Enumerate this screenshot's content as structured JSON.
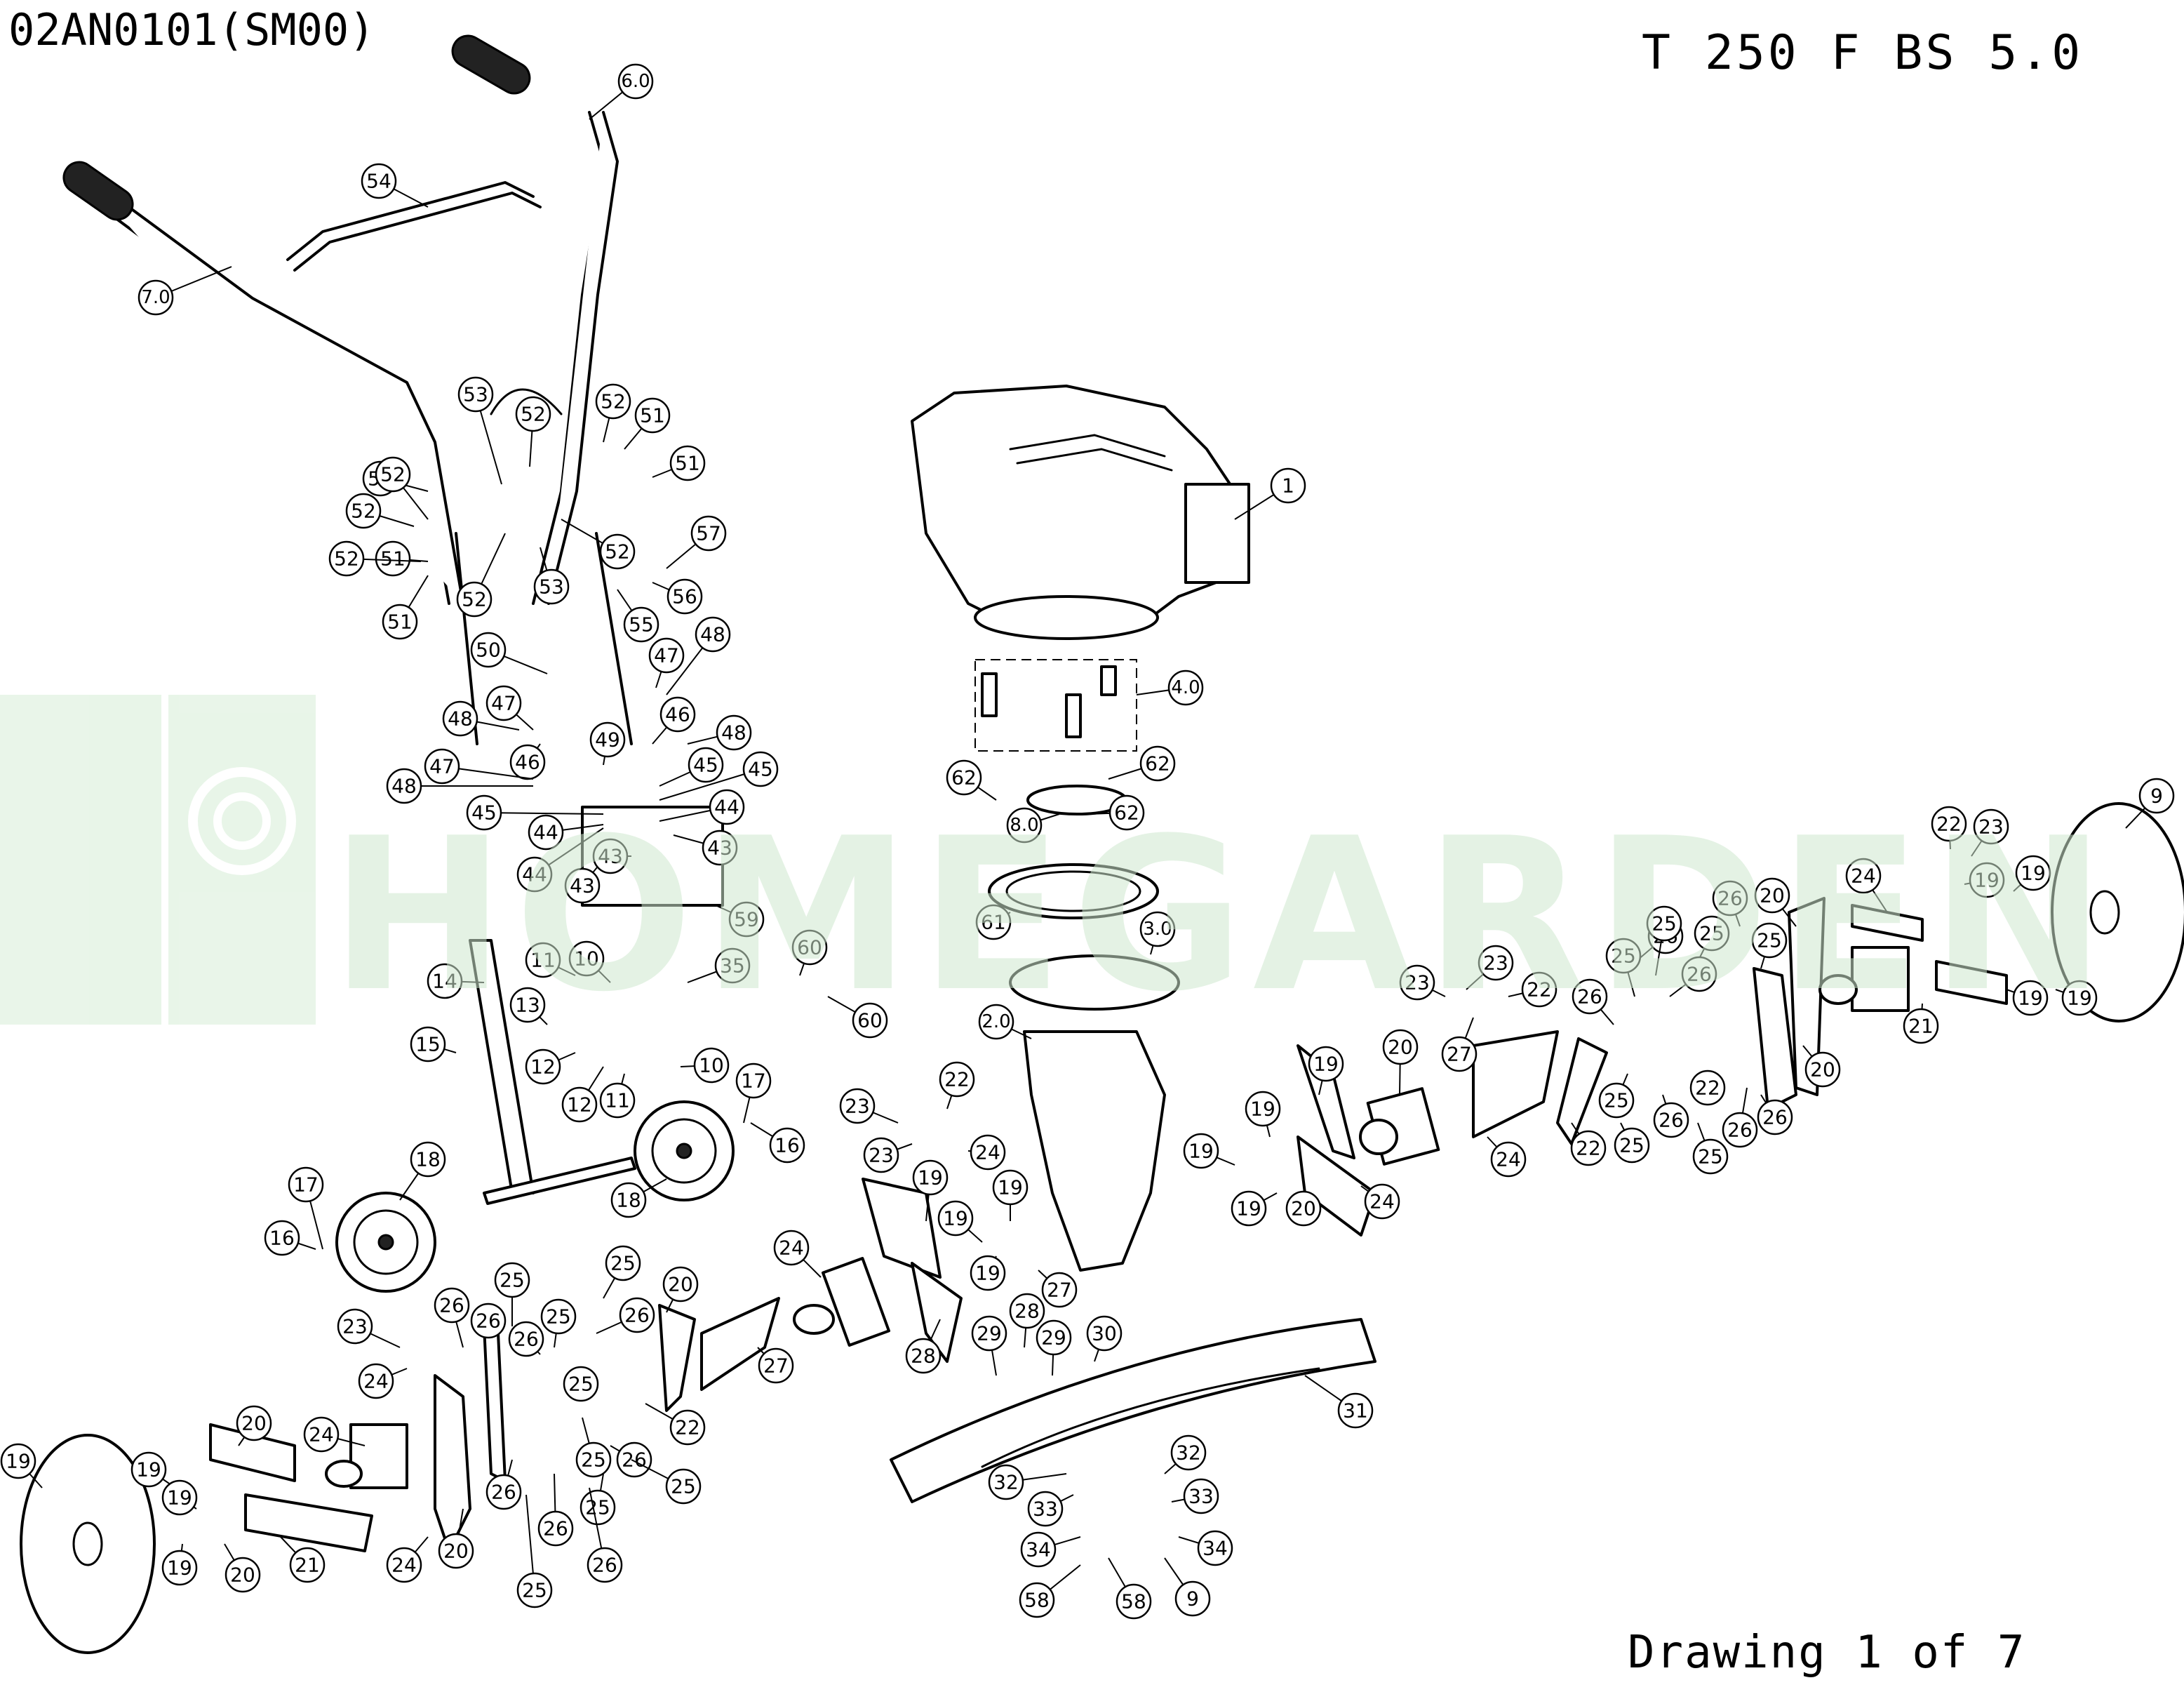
{
  "header": {
    "drawing_code": "02AN0101(SM00)",
    "model": "T 250 F BS 5.0",
    "sheet": "Drawing 1 of 7"
  },
  "watermark": {
    "text": "HOMEGARDEN",
    "color": "#cfe8cf"
  },
  "callouts": [
    {
      "t": "6.0"
    },
    {
      "t": "54"
    },
    {
      "t": "7.0"
    },
    {
      "t": "53"
    },
    {
      "t": "52"
    },
    {
      "t": "52"
    },
    {
      "t": "51"
    },
    {
      "t": "52"
    },
    {
      "t": "51"
    },
    {
      "t": "52"
    },
    {
      "t": "52"
    },
    {
      "t": "51"
    },
    {
      "t": "52"
    },
    {
      "t": "51"
    },
    {
      "t": "52"
    },
    {
      "t": "53"
    },
    {
      "t": "52"
    },
    {
      "t": "57"
    },
    {
      "t": "56"
    },
    {
      "t": "55"
    },
    {
      "t": "47"
    },
    {
      "t": "48"
    },
    {
      "t": "50"
    },
    {
      "t": "47"
    },
    {
      "t": "48"
    },
    {
      "t": "46"
    },
    {
      "t": "49"
    },
    {
      "t": "46"
    },
    {
      "t": "48"
    },
    {
      "t": "47"
    },
    {
      "t": "48"
    },
    {
      "t": "45"
    },
    {
      "t": "45"
    },
    {
      "t": "45"
    },
    {
      "t": "44"
    },
    {
      "t": "44"
    },
    {
      "t": "44"
    },
    {
      "t": "43"
    },
    {
      "t": "43"
    },
    {
      "t": "43"
    },
    {
      "t": "59"
    },
    {
      "t": "1"
    },
    {
      "t": "4.0"
    },
    {
      "t": "62"
    },
    {
      "t": "62"
    },
    {
      "t": "62"
    },
    {
      "t": "8.0"
    },
    {
      "t": "61"
    },
    {
      "t": "3.0"
    },
    {
      "t": "2.0"
    },
    {
      "t": "14"
    },
    {
      "t": "11"
    },
    {
      "t": "10"
    },
    {
      "t": "35"
    },
    {
      "t": "60"
    },
    {
      "t": "60"
    },
    {
      "t": "13"
    },
    {
      "t": "15"
    },
    {
      "t": "12"
    },
    {
      "t": "12"
    },
    {
      "t": "11"
    },
    {
      "t": "10"
    },
    {
      "t": "18"
    },
    {
      "t": "18"
    },
    {
      "t": "17"
    },
    {
      "t": "16"
    },
    {
      "t": "17"
    },
    {
      "t": "16"
    },
    {
      "t": "9"
    },
    {
      "t": "22"
    },
    {
      "t": "23"
    },
    {
      "t": "19"
    },
    {
      "t": "19"
    },
    {
      "t": "19"
    },
    {
      "t": "19"
    },
    {
      "t": "21"
    },
    {
      "t": "24"
    },
    {
      "t": "20"
    },
    {
      "t": "20"
    },
    {
      "t": "26"
    },
    {
      "t": "26"
    },
    {
      "t": "25"
    },
    {
      "t": "25"
    },
    {
      "t": "26"
    },
    {
      "t": "25"
    },
    {
      "t": "26"
    },
    {
      "t": "25"
    },
    {
      "t": "26"
    },
    {
      "t": "25"
    },
    {
      "t": "26"
    },
    {
      "t": "25"
    },
    {
      "t": "26"
    },
    {
      "t": "25"
    },
    {
      "t": "22"
    },
    {
      "t": "23"
    },
    {
      "t": "22"
    },
    {
      "t": "23"
    },
    {
      "t": "27"
    },
    {
      "t": "20"
    },
    {
      "t": "19"
    },
    {
      "t": "19"
    },
    {
      "t": "19"
    },
    {
      "t": "19"
    },
    {
      "t": "20"
    },
    {
      "t": "24"
    },
    {
      "t": "24"
    },
    {
      "t": "22"
    },
    {
      "t": "23"
    },
    {
      "t": "23"
    },
    {
      "t": "22"
    },
    {
      "t": "24"
    },
    {
      "t": "19"
    },
    {
      "t": "19"
    },
    {
      "t": "19"
    },
    {
      "t": "19"
    },
    {
      "t": "27"
    },
    {
      "t": "24"
    },
    {
      "t": "28"
    },
    {
      "t": "29"
    },
    {
      "t": "28"
    },
    {
      "t": "29"
    },
    {
      "t": "30"
    },
    {
      "t": "31"
    },
    {
      "t": "32"
    },
    {
      "t": "32"
    },
    {
      "t": "33"
    },
    {
      "t": "33"
    },
    {
      "t": "34"
    },
    {
      "t": "34"
    },
    {
      "t": "58"
    },
    {
      "t": "58"
    },
    {
      "t": "9"
    },
    {
      "t": "19"
    },
    {
      "t": "19"
    },
    {
      "t": "19"
    },
    {
      "t": "19"
    },
    {
      "t": "20"
    },
    {
      "t": "20"
    },
    {
      "t": "21"
    },
    {
      "t": "24"
    },
    {
      "t": "24"
    },
    {
      "t": "26"
    },
    {
      "t": "25"
    },
    {
      "t": "26"
    },
    {
      "t": "25"
    },
    {
      "t": "26"
    },
    {
      "t": "25"
    },
    {
      "t": "26"
    },
    {
      "t": "25"
    },
    {
      "t": "26"
    },
    {
      "t": "25"
    },
    {
      "t": "26"
    },
    {
      "t": "25"
    },
    {
      "t": "26"
    },
    {
      "t": "25"
    },
    {
      "t": "26"
    },
    {
      "t": "25"
    },
    {
      "t": "22"
    },
    {
      "t": "23"
    },
    {
      "t": "24"
    },
    {
      "t": "20"
    },
    {
      "t": "20"
    },
    {
      "t": "27"
    }
  ]
}
